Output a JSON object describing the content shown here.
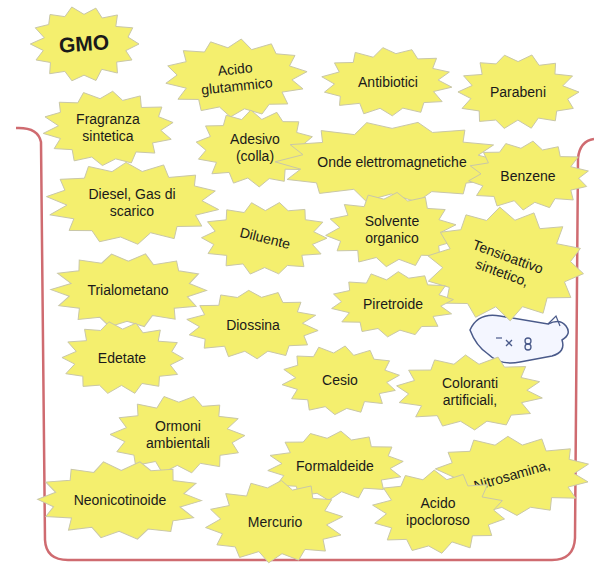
{
  "diagram": {
    "nodes": [
      {
        "text": [
          "GMO"
        ]
      },
      {
        "text": [
          "Acido glutammico"
        ]
      },
      {
        "text": [
          "Antibiotici"
        ]
      },
      {
        "text": [
          "Parabeni"
        ]
      },
      {
        "text": [
          "Fragranza sintetica"
        ]
      },
      {
        "text": [
          "Adesivo (colla)"
        ]
      },
      {
        "text": [
          "Onde elettromagnetiche"
        ]
      },
      {
        "text": [
          "Benzene"
        ]
      },
      {
        "text": [
          "Diesel, Gas di scarico"
        ]
      },
      {
        "text": [
          "Diluente"
        ]
      },
      {
        "text": [
          "Solvente organico"
        ]
      },
      {
        "text": [
          "Tensioattivo sintetico,"
        ]
      },
      {
        "text": [
          "Trialometano"
        ]
      },
      {
        "text": [
          "Piretroide"
        ]
      },
      {
        "text": [
          "Diossina"
        ]
      },
      {
        "text": [
          "Edetate"
        ]
      },
      {
        "text": [
          "Cesio"
        ]
      },
      {
        "text": [
          "Coloranti artificiali,"
        ]
      },
      {
        "text": [
          "Ormoni ambientali"
        ]
      },
      {
        "text": [
          "Formaldeide"
        ]
      },
      {
        "text": [
          "Nitrosamina,"
        ]
      },
      {
        "text": [
          "Neonicotinoide"
        ]
      },
      {
        "text": [
          "Mercurio"
        ]
      },
      {
        "text": [
          "Acido ipocloroso"
        ]
      }
    ]
  }
}
